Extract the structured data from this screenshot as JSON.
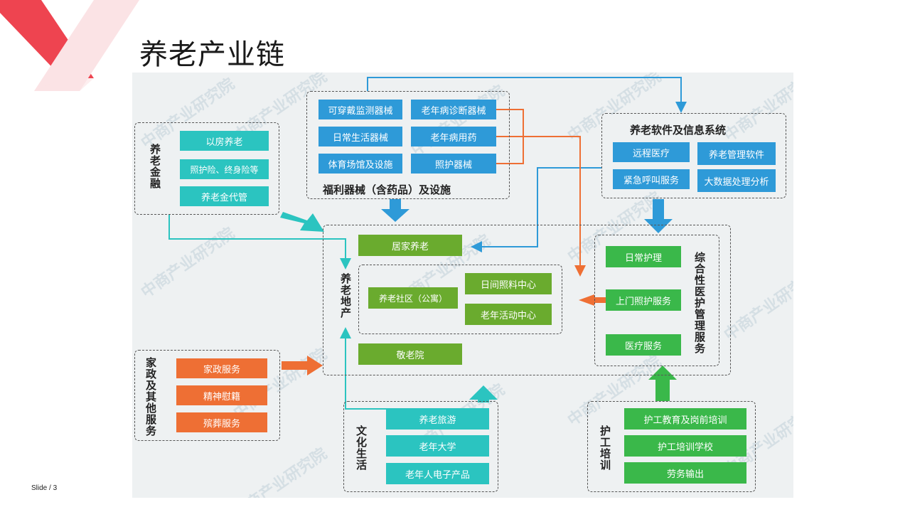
{
  "slide": {
    "title": "养老产业链",
    "number_label": "Slide / 3"
  },
  "watermark": "中商产业研究院",
  "finance": {
    "label": "养老金融",
    "items": [
      "以房养老",
      "照护险、终身险等",
      "养老金代管"
    ]
  },
  "welfare": {
    "label": "福利器械（含药品）及设施",
    "items": [
      "可穿戴监测器械",
      "老年病诊断器械",
      "日常生活器械",
      "老年病用药",
      "体育场馆及设施",
      "照护器械"
    ]
  },
  "software": {
    "label": "养老软件及信息系统",
    "items": [
      "远程医疗",
      "养老管理软件",
      "紧急呼叫服务",
      "大数据处理分析"
    ]
  },
  "real_estate": {
    "label": "养老地产",
    "home": "居家养老",
    "community": "养老社区（公寓）",
    "centers": [
      "日间照料中心",
      "老年活动中心"
    ],
    "nursing_home": "敬老院"
  },
  "medical": {
    "label": "综合性医护管理服务",
    "items": [
      "日常护理",
      "上门照护服务",
      "医疗服务"
    ]
  },
  "domestic": {
    "label": "家政及其他服务",
    "items": [
      "家政服务",
      "精神慰籍",
      "殡葬服务"
    ]
  },
  "culture": {
    "label": "文化生活",
    "items": [
      "养老旅游",
      "老年大学",
      "老年人电子产品"
    ]
  },
  "training": {
    "label": "护工培训",
    "items": [
      "护工教育及岗前培训",
      "护工培训学校",
      "劳务输出"
    ]
  },
  "colors": {
    "teal": "#2bc4c0",
    "blue": "#2e9ad8",
    "olive": "#6aab2e",
    "green": "#3ab84a",
    "orange": "#ee6f34",
    "accent_red": "#e83a4a"
  }
}
